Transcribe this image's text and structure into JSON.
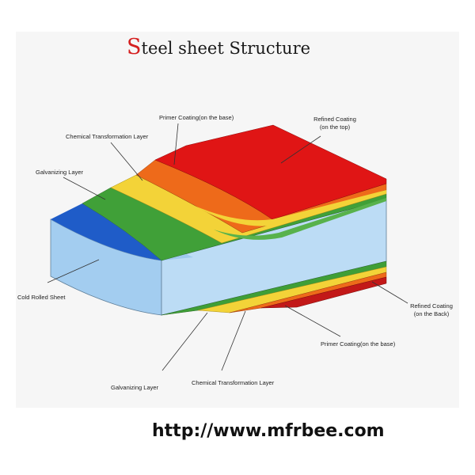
{
  "title": {
    "first_letter": "S",
    "rest": "teel sheet Structure"
  },
  "labels": {
    "primer_top": "Primer Coating(on the base)",
    "refined_top_line1": "Refined Coating",
    "refined_top_line2": "(on the top)",
    "chemical_top": "Chemical Transformation Layer",
    "galvanizing_top": "Galvanizing Layer",
    "cold_rolled": "Cold Rolled Sheet",
    "refined_back_line1": "Refined Coating",
    "refined_back_line2": "(on the Back)",
    "primer_back": "Primer Coating(on the base)",
    "galvanizing_bottom": "Galvanizing Layer",
    "chemical_bottom": "Chemical Transformation Layer"
  },
  "colors": {
    "refined_coating": "#e01515",
    "primer_coating": "#ee6a1a",
    "chemical_layer": "#f3d338",
    "galvanizing_layer": "#40a038",
    "cold_rolled_top": "#1f5cc8",
    "cold_rolled_body": "#a9d3f3"
  },
  "watermark": "http://www.mfrbee.com"
}
